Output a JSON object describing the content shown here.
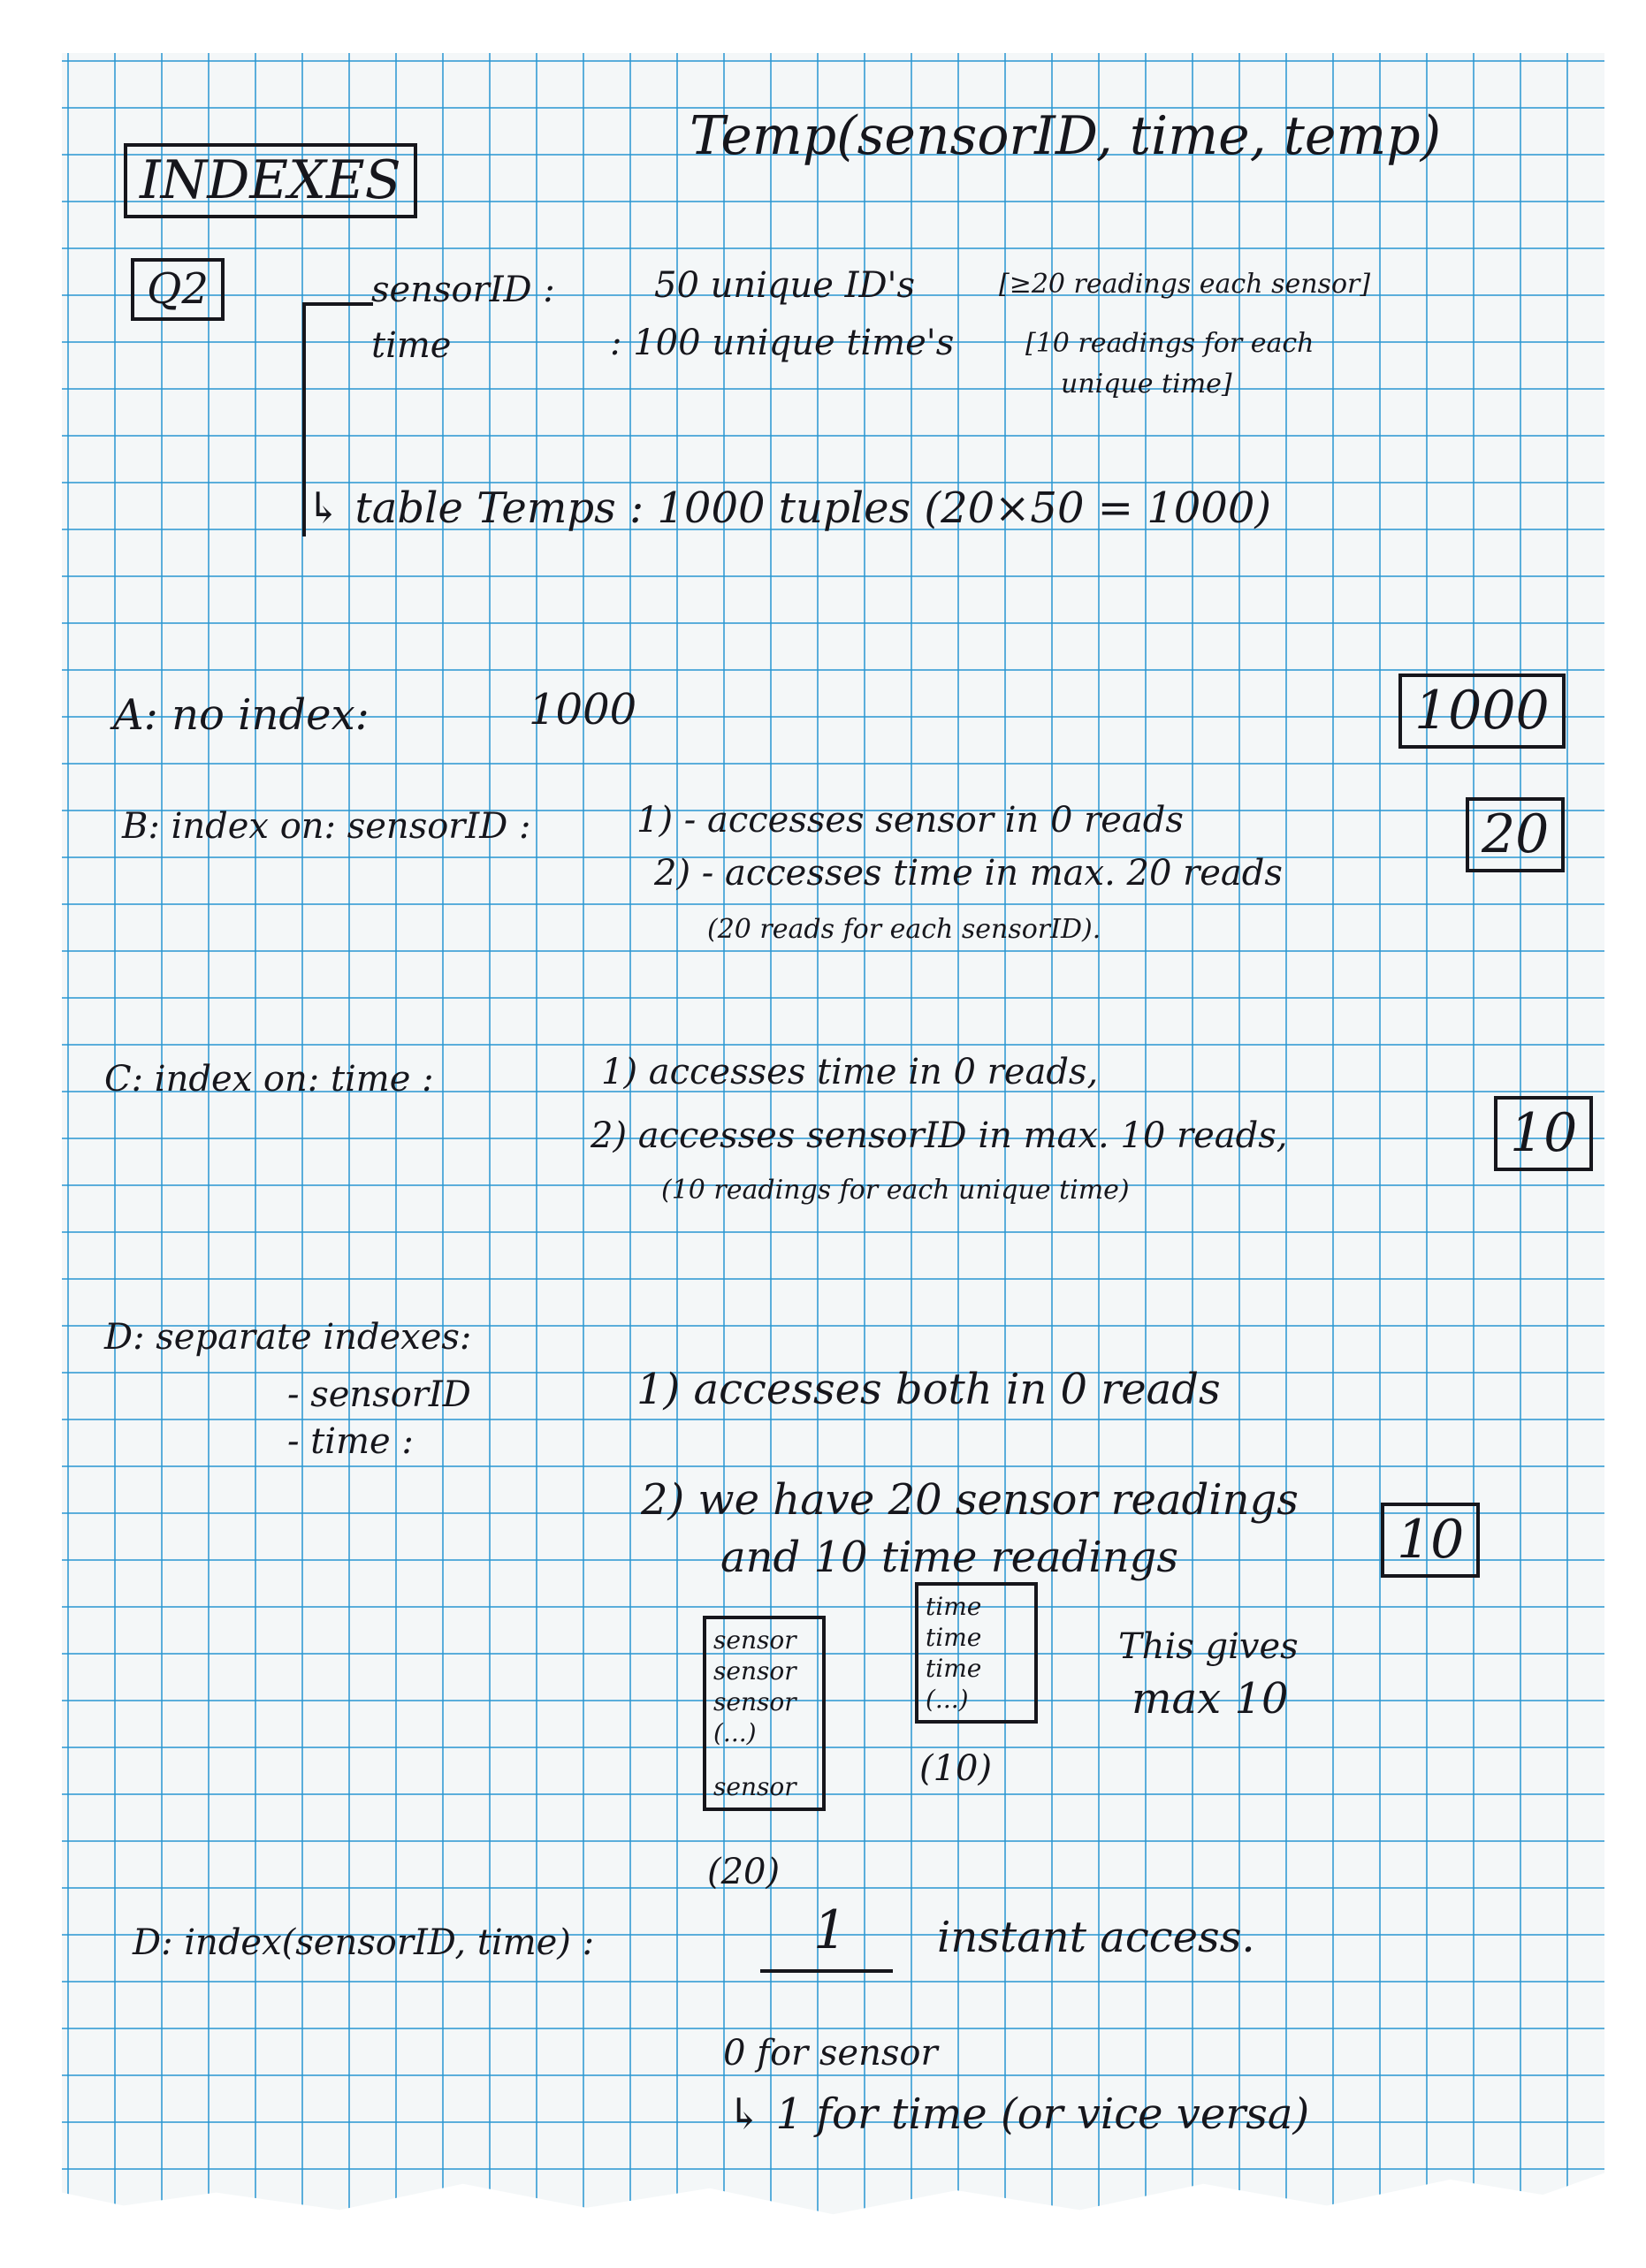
{
  "header": {
    "title_box": "INDEXES",
    "relation": "Temp(sensorID, time, temp)",
    "question_box": "Q2"
  },
  "givens": {
    "sensor_label": "sensorID :",
    "sensor_text": "50 unique ID's",
    "sensor_note": "[≥20 readings each sensor]",
    "time_label": "time",
    "time_text": ": 100 unique time's",
    "time_note_1": "[10 readings for each",
    "time_note_2": "unique time]",
    "table_text": "↳ table Temps : 1000 tuples  (20×50 = 1000)"
  },
  "case_a": {
    "label": "A: no index:",
    "value": "1000",
    "answer": "1000"
  },
  "case_b": {
    "label": "B: index on: sensorID :",
    "line1": "1) - accesses sensor in 0 reads",
    "line2": "2) - accesses time in max. 20 reads",
    "line3": "(20 reads for each sensorID).",
    "answer": "20"
  },
  "case_c": {
    "label": "C: index on: time :",
    "line1": "1) accesses time in 0 reads,",
    "line2": "2) accesses sensorID in max. 10 reads,",
    "line3": "(10 readings for each unique time)",
    "answer": "10"
  },
  "case_d": {
    "label": "D: separate indexes:",
    "item1": "- sensorID",
    "item2": "- time :",
    "line1": "1) accesses both in 0 reads",
    "line2": "2) we have  20 sensor readings",
    "line3": "and  10  time readings",
    "answer": "10",
    "sensor_stack": [
      "sensor",
      "sensor",
      "sensor",
      "(...)",
      "sensor"
    ],
    "sensor_count": "(20)",
    "time_stack": [
      "time",
      "time",
      "time",
      "(...)"
    ],
    "time_count": "(10)",
    "note1": "This gives",
    "note2": "max 10"
  },
  "case_e": {
    "label": "D: index(sensorID, time) :",
    "answer": "1",
    "note": "instant access.",
    "sub1": "0 for sensor",
    "sub2": "↳ 1 for time  (or vice versa)"
  }
}
